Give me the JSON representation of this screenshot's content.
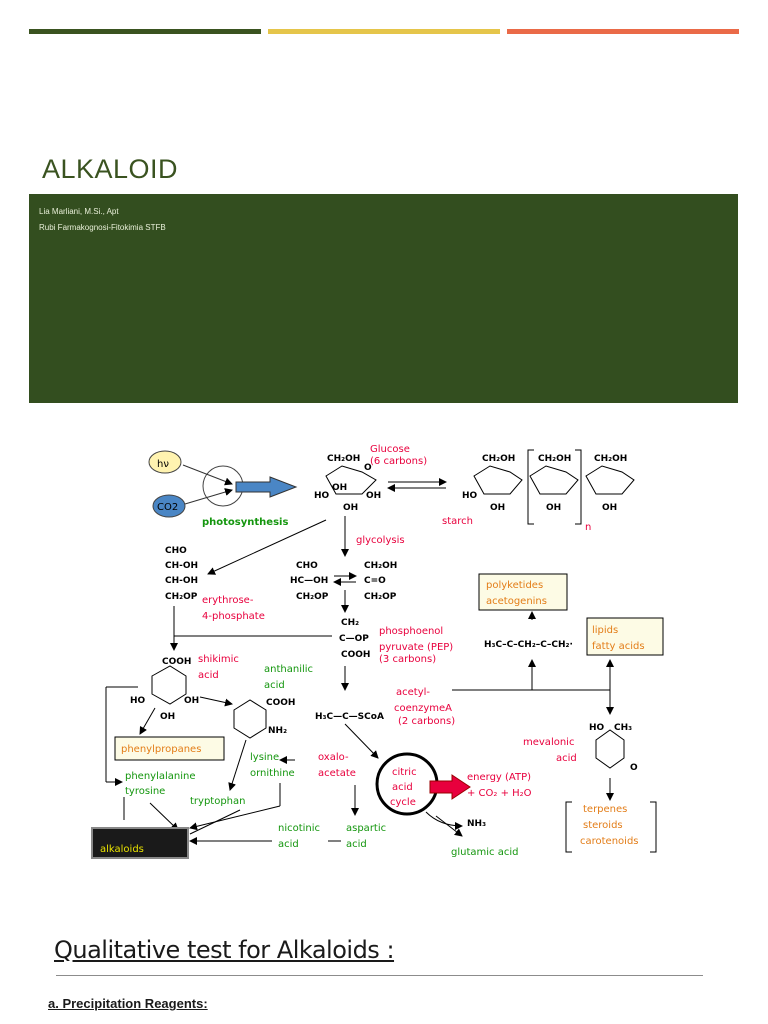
{
  "header": {
    "accent_colors": [
      "#3a5320",
      "#e5c54a",
      "#ea6a48"
    ]
  },
  "slide": {
    "title": "ALKALOID",
    "author": "Lia Marliani, M.Si., Apt",
    "affiliation": "Rubi Farmakognosi-Fitokimia STFB"
  },
  "diagram": {
    "hv": "hν",
    "co2": "CO2",
    "photosynthesis": "photosynthesis",
    "glucose": "Glucose",
    "glucose_note": "(6 carbons)",
    "starch": "starch",
    "starch_n": "n",
    "glycolysis": "glycolysis",
    "erythrose": "erythrose-",
    "erythrose2": "4-phosphate",
    "pep": "phosphoenol",
    "pep2": "pyruvate (PEP)",
    "pep_note": "(3 carbons)",
    "shikimic": "shikimic",
    "shikimic2": "acid",
    "anthanilic": "anthanilic",
    "anthanilic2": "acid",
    "acetyl": "acetyl-",
    "acetyl2": "coenzymeA",
    "acetyl_note": "(2 carbons)",
    "polyketides": "polyketides",
    "acetogenins": "acetogenins",
    "lipids": "lipids",
    "fatty_acids": "fatty acids",
    "mevalonic": "mevalonic",
    "mevalonic2": "acid",
    "phenylpropanes": "phenylpropanes",
    "lysine": "lysine",
    "ornithine": "ornithine",
    "oxalo": "oxalo-",
    "acetate": "acetate",
    "citric": "citric",
    "citric2": "acid",
    "citric3": "cycle",
    "energy": "energy (ATP)",
    "energy2": "+ CO₂ + H₂O",
    "nh3": "NH₃",
    "phenylalanine": "phenylalanine",
    "tyrosine": "tyrosine",
    "tryptophan": "tryptophan",
    "nicotinic": "nicotinic",
    "nicotinic2": "acid",
    "aspartic": "aspartic",
    "aspartic2": "acid",
    "glutamic": "glutamic acid",
    "terpenes": "terpenes",
    "steroids": "steroids",
    "carotenoids": "carotenoids",
    "alkaloids": "alkaloids",
    "s_ch2oh": "CH₂OH",
    "s_oh": "OH",
    "s_ho": "HO",
    "s_o": "O",
    "s_cho": "CHO",
    "s_chooh": "CH-OH",
    "s_ch2op": "CH₂OP",
    "s_hcoh": "HC—OH",
    "s_co": "C=O",
    "s_ch2": "CH₂",
    "s_cop": "C—OP",
    "s_cooh": "COOH",
    "s_nh2": "NH₂",
    "s_acetylcoa": "H₃C—C—SCoA",
    "s_polyketide": "H₃C–C–CH₂–C–CH₂·",
    "s_ch3": "CH₃"
  },
  "section": {
    "heading": "Qualitative test for Alkaloids :",
    "subheading": "a. Precipitation Reagents:"
  }
}
